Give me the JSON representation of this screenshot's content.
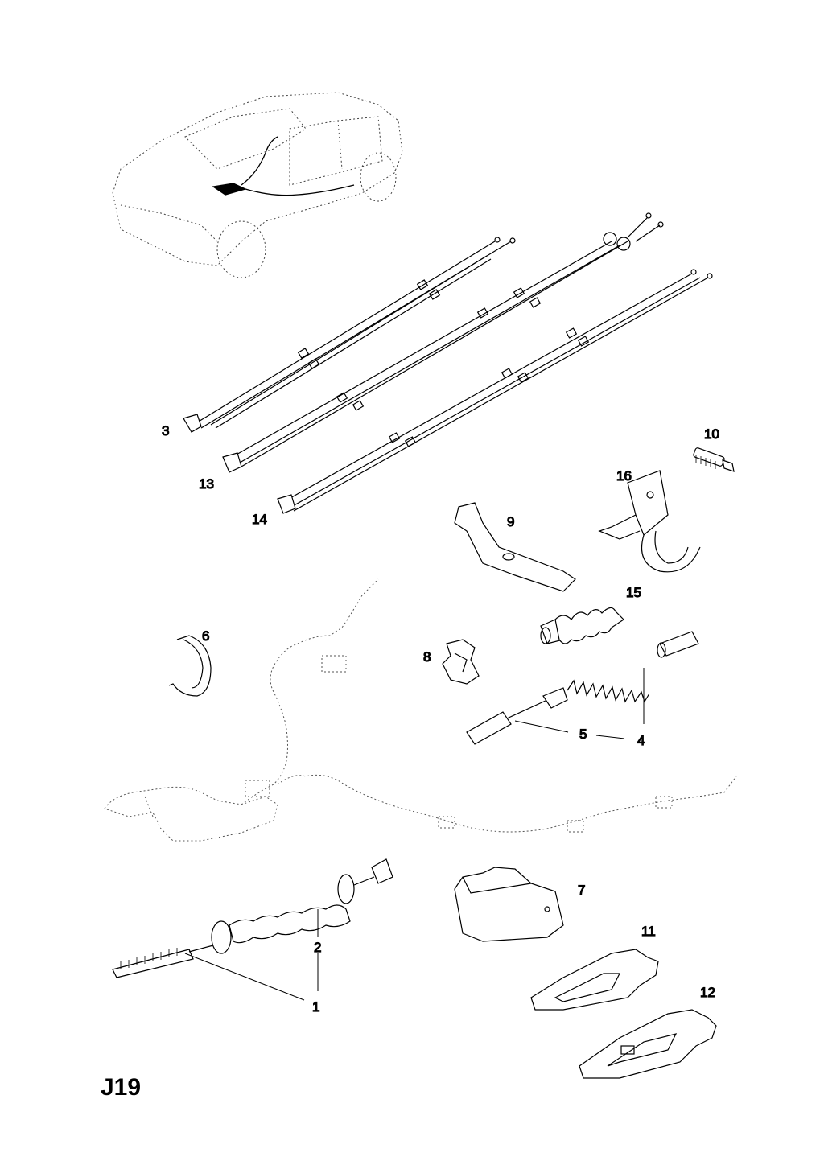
{
  "page_code": "J19",
  "callouts": {
    "c1": "1",
    "c2": "2",
    "c3": "3",
    "c4": "4",
    "c5": "5",
    "c6": "6",
    "c7": "7",
    "c8": "8",
    "c9": "9",
    "c10": "10",
    "c11": "11",
    "c12": "12",
    "c13": "13",
    "c14": "14",
    "c15": "15",
    "c16": "16"
  },
  "colors": {
    "line": "#000000",
    "ghost": "#888888"
  },
  "icons": [
    "car-outline",
    "cable",
    "clip",
    "bolt",
    "bracket",
    "boot",
    "spring",
    "handbrake-lever"
  ]
}
